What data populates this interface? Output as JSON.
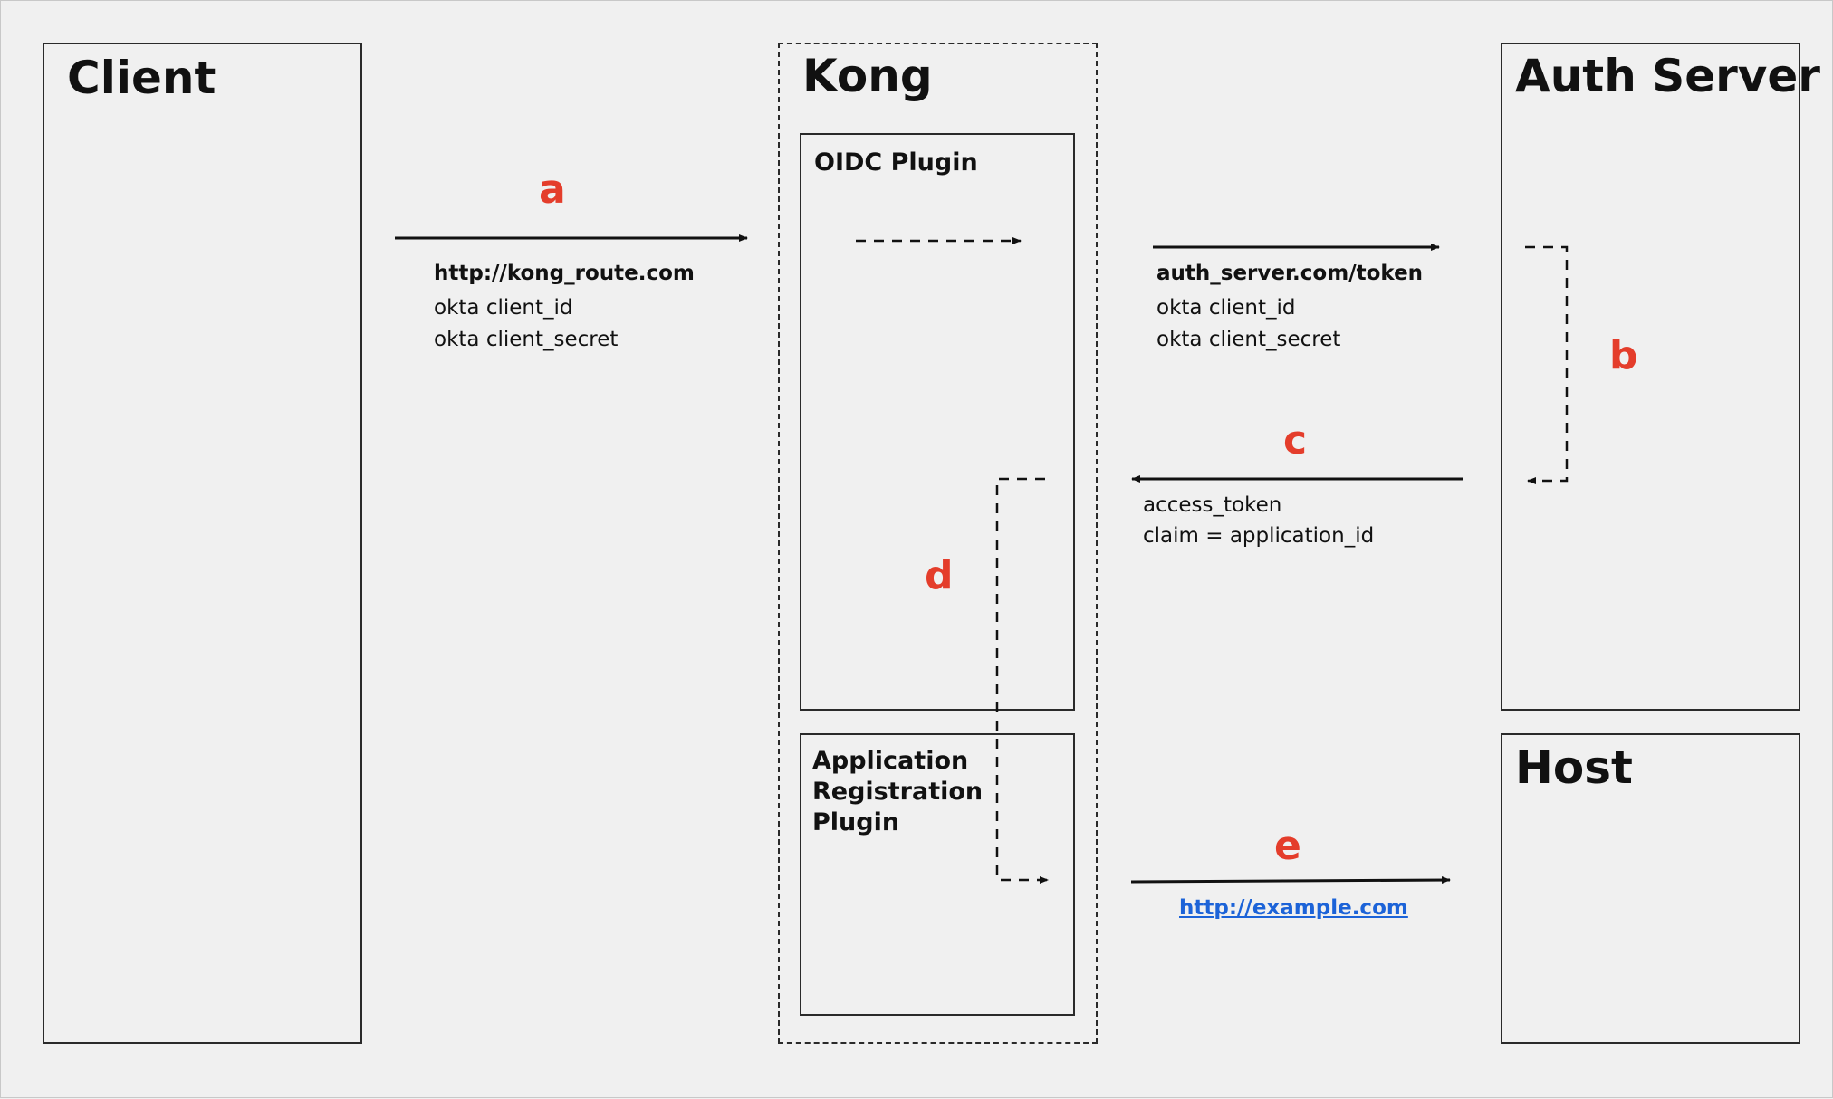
{
  "client": {
    "title": "Client"
  },
  "kong": {
    "title": "Kong",
    "oidc_plugin": {
      "title": "OIDC Plugin"
    },
    "app_reg_plugin": {
      "title": "Application Registration Plugin"
    }
  },
  "auth_server": {
    "title": "Auth Server"
  },
  "host": {
    "title": "Host"
  },
  "steps": {
    "a": {
      "letter": "a",
      "url": "http://kong_route.com",
      "lines": [
        "okta client_id",
        "okta client_secret"
      ]
    },
    "token_request": {
      "url": "auth_server.com/token",
      "lines": [
        "okta client_id",
        "okta client_secret"
      ]
    },
    "b": {
      "letter": "b"
    },
    "c": {
      "letter": "c",
      "lines": [
        "access_token",
        "claim = application_id"
      ]
    },
    "d": {
      "letter": "d"
    },
    "e": {
      "letter": "e",
      "url": "http://example.com"
    }
  },
  "colors": {
    "step_letter": "#e43d2b",
    "link": "#1c63d8",
    "line": "#111111",
    "background": "#f0f0f0"
  }
}
